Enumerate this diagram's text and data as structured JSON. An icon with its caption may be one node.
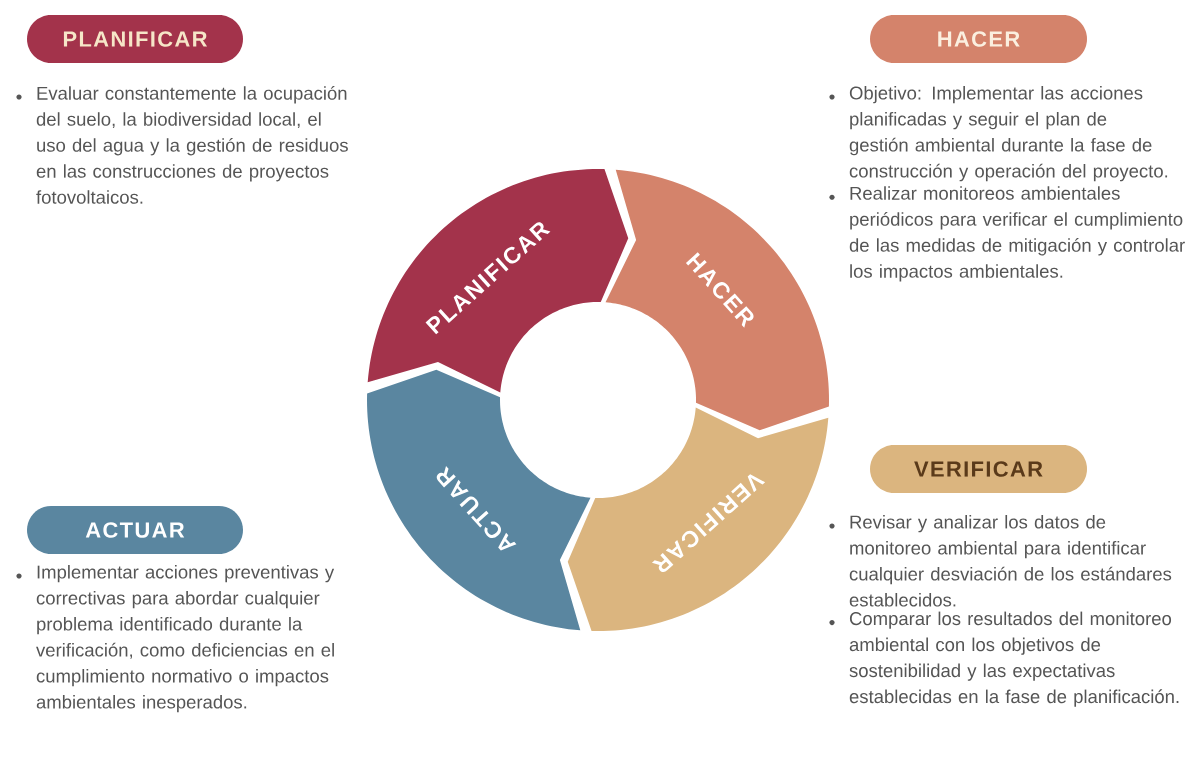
{
  "diagram": {
    "nodes": [
      {
        "text": [
          "PLANIFICAR"
        ],
        "beside": [
          "Evaluar constantemente la ocupación del suelo, la biodiversidad local, el uso del agua y la gestión de residuos en las construcciones de proyectos fotovoltaicos."
        ]
      },
      {
        "text": [
          "HACER"
        ],
        "beside": [
          "Objetivo: Implementar las acciones planificadas y seguir el plan de gestión ambiental durante la fase de construcción y operación del proyecto.",
          "Realizar monitoreos ambientales periódicos para verificar el cumplimiento de las medidas de mitigación y controlar los impactos ambientales."
        ]
      },
      {
        "text": [
          "PLANIFICAR"
        ]
      },
      {
        "text": [
          "HACER"
        ]
      },
      {
        "text": [
          "VERIFICAR"
        ]
      },
      {
        "text": [
          "ACTUAR"
        ]
      },
      {
        "text": [
          "VERIFICAR"
        ],
        "beside": [
          "Revisar y analizar los datos de monitoreo ambiental para identificar cualquier desviación de los estándares establecidos.",
          "Comparar los resultados del monitoreo ambiental con los objetivos de sostenibilidad y las expectativas establecidas en la fase de planificación."
        ]
      },
      {
        "text": [
          "ACTUAR"
        ],
        "beside": [
          "Implementar acciones preventivas y correctivas para abordar cualquier problema identificado durante la verificación, como deficiencias en el cumplimiento normativo o impactos ambientales inesperados."
        ]
      }
    ]
  }
}
